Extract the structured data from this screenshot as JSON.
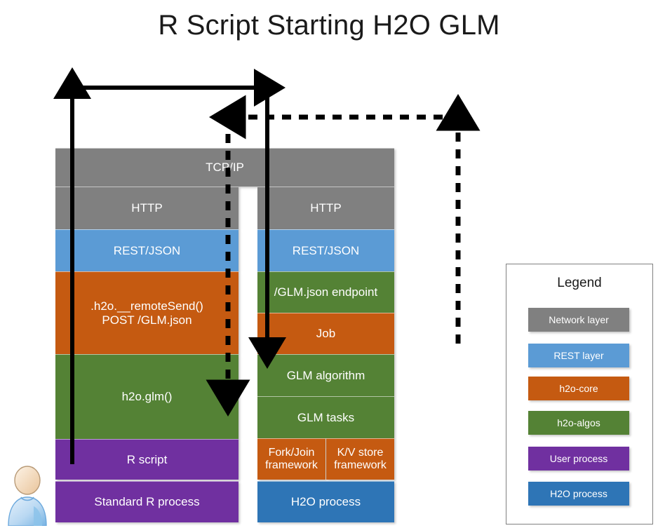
{
  "title": "R Script Starting H2O GLM",
  "colors": {
    "network_layer": "#808080",
    "rest_layer": "#5b9bd5",
    "h2o_core": "#c55a11",
    "h2o_algos": "#548235",
    "user_process": "#7030a0",
    "h2o_process": "#2e75b6",
    "arrow": "#000000",
    "background": "#ffffff"
  },
  "shared": {
    "tcpip_label": "TCP/IP"
  },
  "left_stack": {
    "name": "Standard R process stack",
    "bands": [
      {
        "label": "HTTP",
        "kind": "network_layer"
      },
      {
        "label": "REST/JSON",
        "kind": "rest_layer"
      },
      {
        "label": ".h2o.__remoteSend()\nPOST /GLM.json",
        "kind": "h2o_core"
      },
      {
        "label": "h2o.glm()",
        "kind": "h2o_algos"
      },
      {
        "label": "R script",
        "kind": "user_process"
      },
      {
        "label": "Standard R process",
        "kind": "user_process"
      }
    ]
  },
  "right_stack": {
    "name": "H2O process stack",
    "bands": [
      {
        "label": "HTTP",
        "kind": "network_layer"
      },
      {
        "label": "REST/JSON",
        "kind": "rest_layer"
      },
      {
        "label": "/GLM.json endpoint",
        "kind": "h2o_algos"
      },
      {
        "label": "Job",
        "kind": "h2o_core"
      },
      {
        "label": "GLM algorithm",
        "kind": "h2o_algos"
      },
      {
        "label": "GLM tasks",
        "kind": "h2o_algos"
      },
      {
        "label": "H2O process",
        "kind": "h2o_process"
      }
    ],
    "split_row": [
      {
        "label": "Fork/Join\nframework",
        "kind": "h2o_core"
      },
      {
        "label": "K/V store\nframework",
        "kind": "h2o_core"
      }
    ]
  },
  "legend": {
    "title": "Legend",
    "items": [
      {
        "label": "Network layer",
        "color": "#808080"
      },
      {
        "label": "REST layer",
        "color": "#5b9bd5"
      },
      {
        "label": "h2o-core",
        "color": "#c55a11"
      },
      {
        "label": "h2o-algos",
        "color": "#548235"
      },
      {
        "label": "User process",
        "color": "#7030a0"
      },
      {
        "label": "H2O process",
        "color": "#2e75b6"
      }
    ]
  },
  "flows": [
    {
      "name": "request-flow",
      "style": "solid",
      "description": "R script up through h2o.glm() and .h2o.__remoteSend() POST /GLM.json, across to H2O REST stack, down into Job"
    },
    {
      "name": "response-flow",
      "style": "dashed",
      "description": "H2O process up through REST stack, back across to R process, down to h2o.glm()"
    }
  ]
}
